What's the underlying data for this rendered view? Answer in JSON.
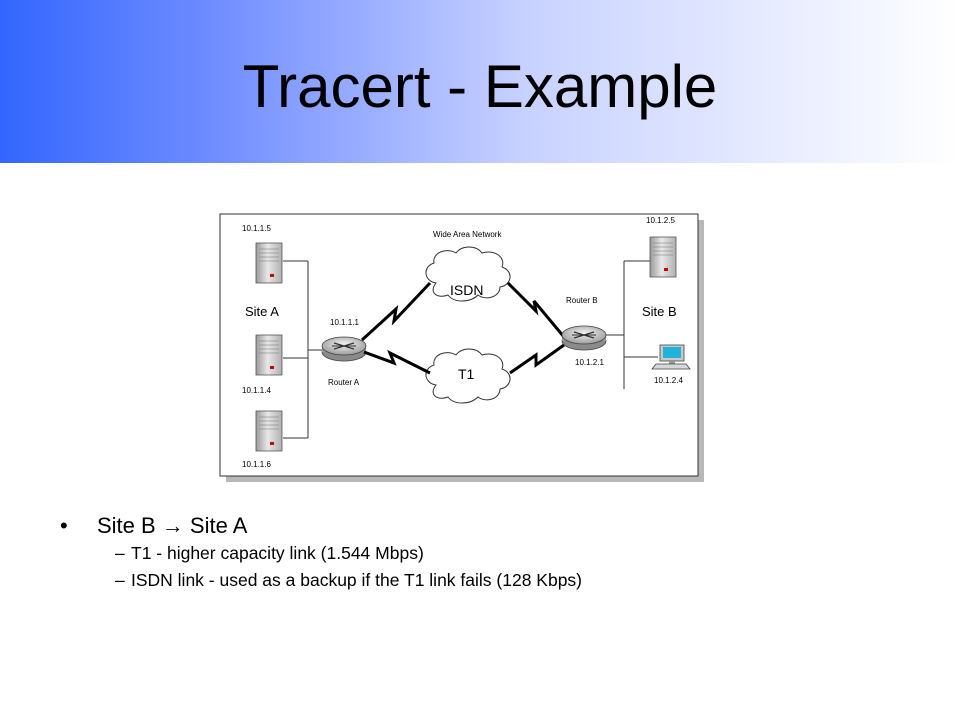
{
  "slide": {
    "title": "Tracert - Example"
  },
  "diagram": {
    "wan_label": "Wide Area Network",
    "site_a": {
      "label": "Site A",
      "servers": [
        {
          "ip": "10.1.1.5"
        },
        {
          "ip": "10.1.1.4"
        },
        {
          "ip": "10.1.1.6"
        }
      ]
    },
    "site_b": {
      "label": "Site B",
      "server_ip": "10.1.2.5",
      "workstation_ip": "10.1.2.4"
    },
    "router_a": {
      "label": "Router A",
      "ip": "10.1.1.1"
    },
    "router_b": {
      "label": "Router B",
      "ip": "10.1.2.1"
    },
    "clouds": {
      "isdn": "ISDN",
      "t1": "T1"
    }
  },
  "bullets": {
    "main": "Site B → Site A",
    "subs": [
      "T1 - higher capacity link (1.544 Mbps)",
      "ISDN link - used as a backup if the T1 link fails (128 Kbps)"
    ],
    "bullet_glyph": "•",
    "dash_glyph": "–"
  }
}
